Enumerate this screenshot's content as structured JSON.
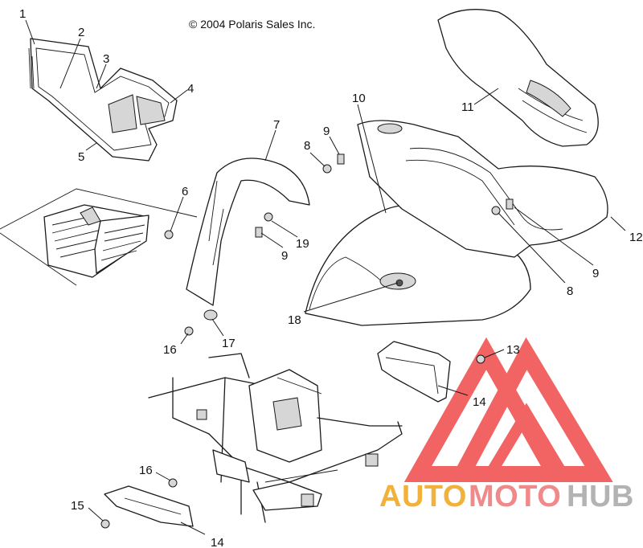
{
  "copyright": "© 2004 Polaris Sales Inc.",
  "callouts": [
    "1",
    "2",
    "3",
    "4",
    "5",
    "6",
    "7",
    "8",
    "9",
    "10",
    "11",
    "12",
    "9",
    "8",
    "19",
    "9",
    "18",
    "16",
    "17",
    "13",
    "14",
    "16",
    "15",
    "14"
  ],
  "watermark": {
    "auto": "AUTO",
    "moto": "MOTO",
    "hub": "HUB",
    "colors": {
      "auto": "#f2b23a",
      "moto": "#f08a8a",
      "hub": "#b3b3b3",
      "logo": "#f04a4a"
    }
  }
}
